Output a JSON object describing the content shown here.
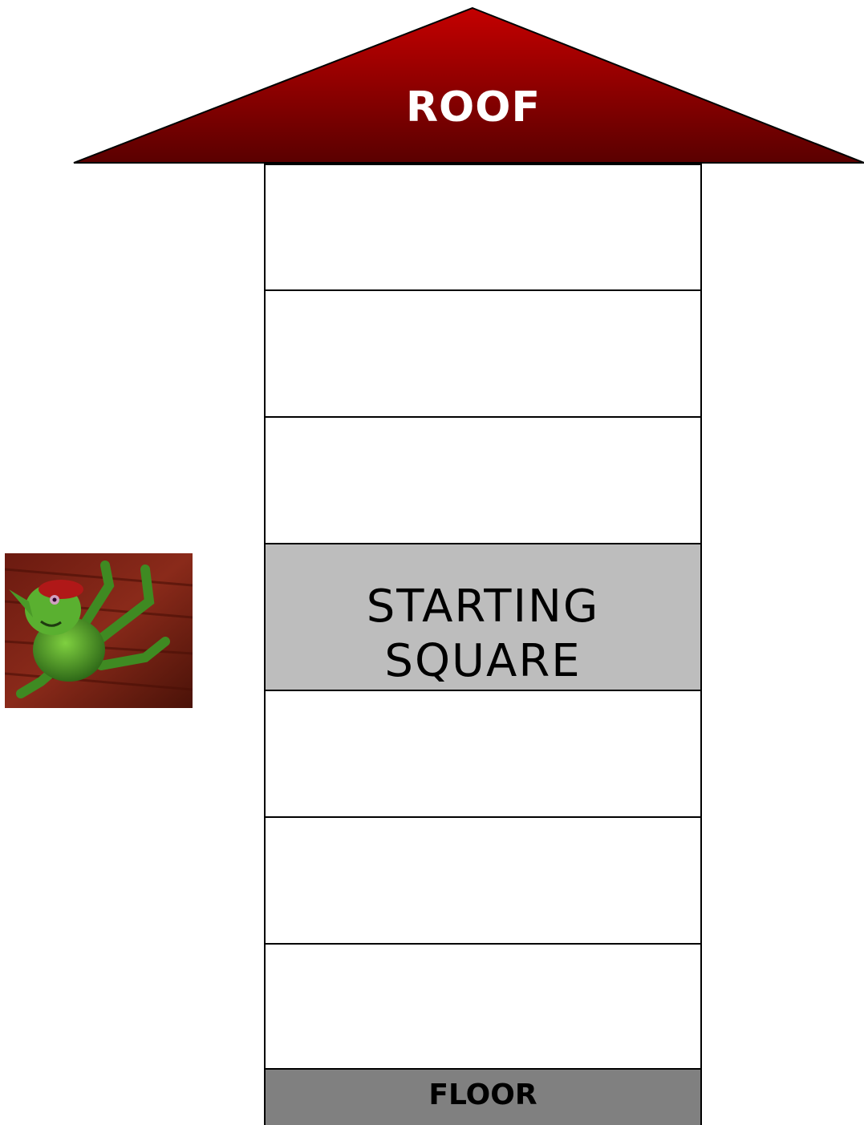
{
  "board": {
    "roof_label": "ROOF",
    "starting_label_line1": "STARTING",
    "starting_label_line2": "SQUARE",
    "floor_label": "FLOOR"
  },
  "colors": {
    "roof_top": "#c00000",
    "roof_bottom": "#5a0000",
    "starting_square": "#bdbdbd",
    "floor": "#808080"
  },
  "token": {
    "icon": "goblin-token-icon"
  }
}
